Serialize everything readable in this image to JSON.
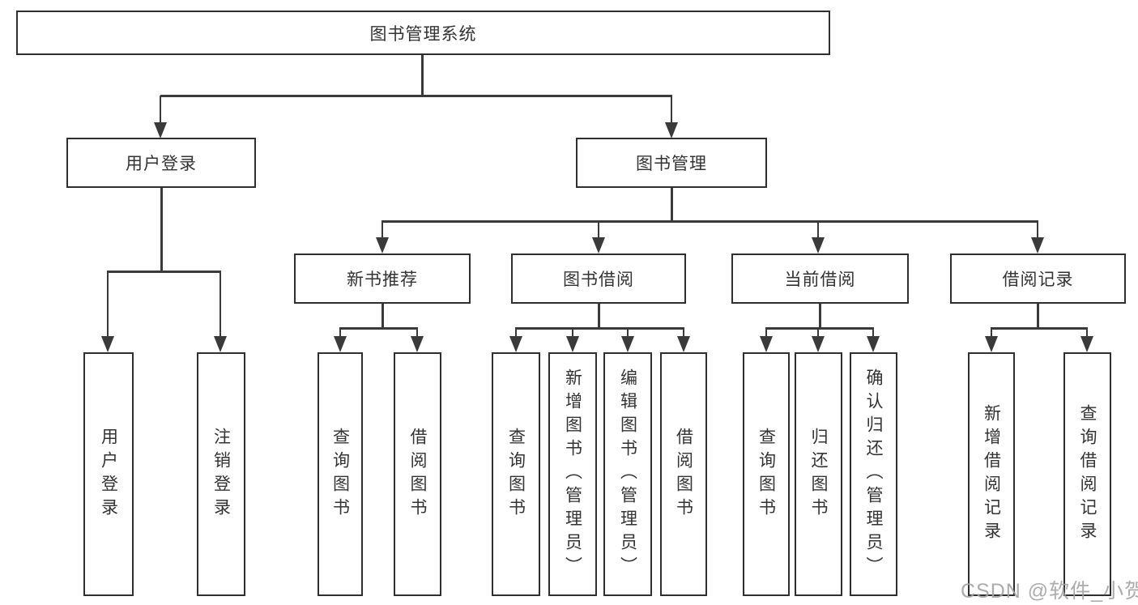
{
  "diagram": {
    "title_note": "library management system feature hierarchy",
    "root": {
      "label": "图书管理系统"
    },
    "branches": [
      {
        "label": "用户登录"
      },
      {
        "label": "图书管理"
      }
    ],
    "sections": [
      {
        "label": "新书推荐"
      },
      {
        "label": "图书借阅"
      },
      {
        "label": "当前借阅"
      },
      {
        "label": "借阅记录"
      }
    ],
    "leaves": [
      {
        "label": "用户登录"
      },
      {
        "label": "注销登录"
      },
      {
        "label": "查询图书"
      },
      {
        "label": "借阅图书"
      },
      {
        "label": "查询图书"
      },
      {
        "label": "新增图书（管理员）"
      },
      {
        "label": "编辑图书（管理员）"
      },
      {
        "label": "借阅图书"
      },
      {
        "label": "查询图书"
      },
      {
        "label": "归还图书"
      },
      {
        "label": "确认归还（管理员）"
      },
      {
        "label": "新增借阅记录"
      },
      {
        "label": "查询借阅记录"
      }
    ],
    "colors": {
      "line": "#3a3a3a",
      "border": "#2f2f2f",
      "text": "#333333"
    }
  },
  "watermark": {
    "text": "CSDN @软件_小贺同学",
    "color": "#a3a3a3"
  }
}
